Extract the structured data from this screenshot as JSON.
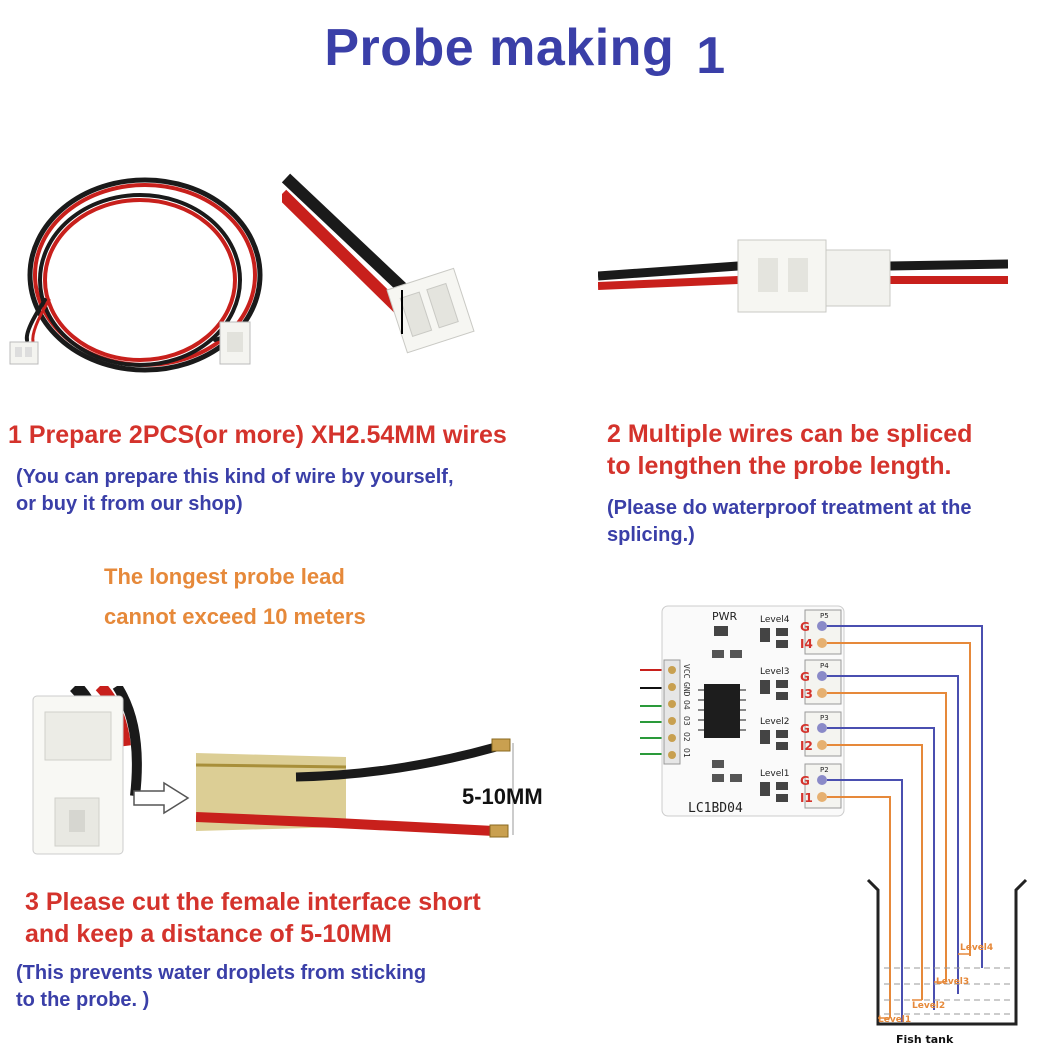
{
  "title": {
    "main": "Probe making",
    "number": "1"
  },
  "step1": {
    "heading": "1 Prepare 2PCS(or more) XH2.54MM wires",
    "note_line1": "(You can prepare this kind of wire by yourself,",
    "note_line2": "or buy it from our shop)"
  },
  "step2": {
    "heading_line1": "2 Multiple wires can be spliced",
    "heading_line2": "to lengthen the probe length.",
    "note_line1": "(Please do waterproof treatment at the",
    "note_line2": "splicing.)"
  },
  "warning": {
    "line1": "The longest probe lead",
    "line2": "cannot exceed 10 meters"
  },
  "step3": {
    "heading_line1": "3 Please cut the female interface short",
    "heading_line2": "and keep a distance of 5-10MM",
    "note_line1": "(This prevents water droplets from sticking",
    "note_line2": "to the probe. )",
    "dimension_label": "5-10MM"
  },
  "board": {
    "model": "LC1BD04",
    "pwr": "PWR",
    "levels": [
      "Level4",
      "Level3",
      "Level2",
      "Level1"
    ],
    "ports": [
      "P5",
      "P4",
      "P3",
      "P2"
    ],
    "pins": [
      {
        "g": "G",
        "i": "I4"
      },
      {
        "g": "G",
        "i": "I3"
      },
      {
        "g": "G",
        "i": "I2"
      },
      {
        "g": "G",
        "i": "I1"
      }
    ],
    "side_pins": [
      "VCC",
      "GND",
      "O4",
      "O3",
      "O2",
      "O1"
    ]
  },
  "tank": {
    "label": "Fish tank",
    "levels": [
      "Level4",
      "Level3",
      "Level2",
      "Level1"
    ]
  },
  "colors": {
    "title_blue": "#3a3fa8",
    "heading_red": "#d4332c",
    "warning_orange": "#e6893a",
    "wire_blue": "#4a4fb0",
    "wire_orange": "#e6893a"
  }
}
